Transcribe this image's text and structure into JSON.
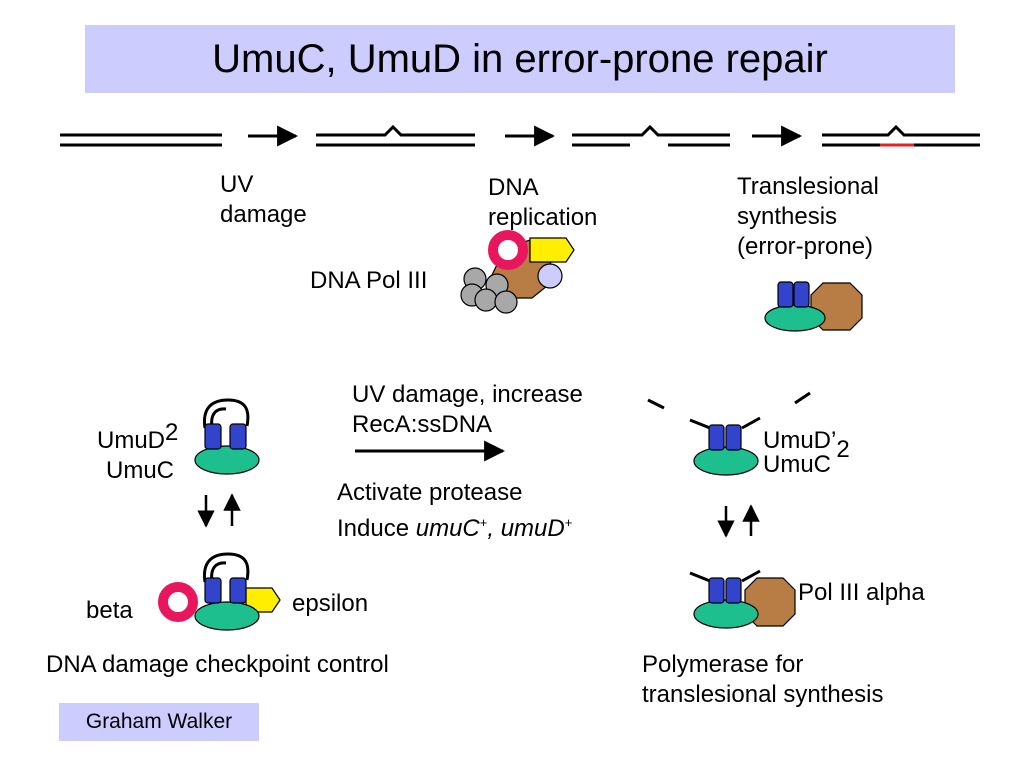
{
  "slide": {
    "title": "UmuC, UmuD in error-prone repair",
    "credit": "Graham Walker"
  },
  "top_row": {
    "uv_damage": [
      "UV",
      "damage"
    ],
    "dna_replication": [
      "DNA",
      "replication"
    ],
    "translesional": [
      "Translesional",
      "synthesis",
      "(error-prone)"
    ],
    "pol3_label": "DNA Pol III"
  },
  "left_complex": {
    "umud_label": "UmuD",
    "subscript": "2",
    "umuc_label": "UmuC",
    "beta_label": "beta",
    "epsilon_label": "epsilon",
    "caption": "DNA damage checkpoint control"
  },
  "middle": {
    "line1": "UV damage, increase",
    "line2": "RecA:ssDNA",
    "line3": "Activate protease",
    "line4_prefix": "Induce ",
    "gene1": "umuC",
    "plus": "+",
    "sep": ", ",
    "gene2": "umuD"
  },
  "right_complex": {
    "umud_prime_label": "UmuD’",
    "subscript": "2",
    "umuc_label": "UmuC",
    "pol3_alpha_label": "Pol III alpha",
    "caption": [
      "Polymerase for",
      "translesional synthesis"
    ]
  },
  "colors": {
    "title_bg": "#ccccff",
    "umud_blue": "#3344cc",
    "umuc_green": "#1dbf8f",
    "pol_brown": "#b87d44",
    "beta_pink": "#e8175d",
    "epsilon_yellow": "#ffee00",
    "grey_subunit": "#a8a8a8",
    "lavender_subunit": "#ccccff",
    "lesion_red": "#e82020"
  }
}
